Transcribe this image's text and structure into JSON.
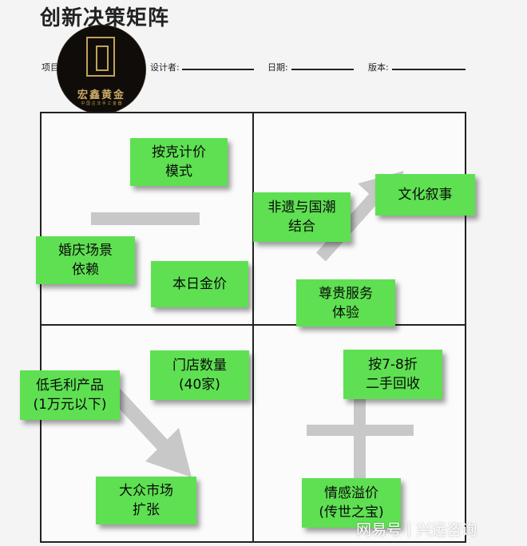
{
  "title": "创新决策矩阵",
  "header": {
    "project_label": "项目",
    "designer_label": "设计者:",
    "date_label": "日期:",
    "version_label": "版本:"
  },
  "logo": {
    "name": "宏鑫黄金",
    "subtitle": "中 国 古 法 手 工 金 器"
  },
  "notes": [
    {
      "line1": "按克计价",
      "line2": "模式"
    },
    {
      "line1": "婚庆场景",
      "line2": "依赖"
    },
    {
      "line1": "本日金价",
      "line2": ""
    },
    {
      "line1": "非遗与国潮",
      "line2": "结合"
    },
    {
      "line1": "文化叙事",
      "line2": ""
    },
    {
      "line1": "尊贵服务",
      "line2": "体验"
    },
    {
      "line1": "门店数量",
      "line2": "(40家)"
    },
    {
      "line1": "低毛利产品",
      "line2": "(1万元以下)"
    },
    {
      "line1": "大众市场",
      "line2": "扩张"
    },
    {
      "line1": "按7-8折",
      "line2": "二手回收"
    },
    {
      "line1": "情感溢价",
      "line2": "(传世之宝)"
    }
  ],
  "watermark": {
    "source": "网易号",
    "separator": "|",
    "author": "兴远咨询"
  }
}
